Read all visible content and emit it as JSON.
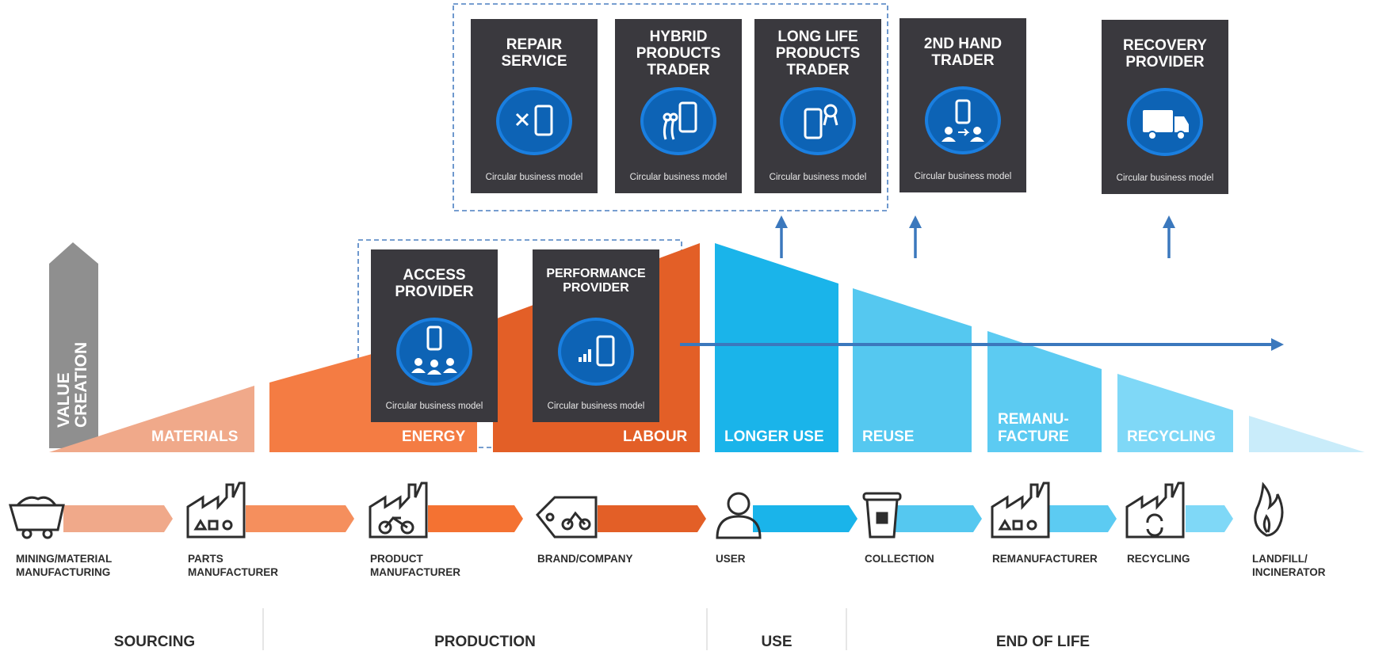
{
  "value_axis_label": "VALUE\nCREATION",
  "top_cards": [
    {
      "title": "REPAIR\nSERVICE",
      "subtitle": "Circular business model",
      "icon": "repair-tools-phone-icon"
    },
    {
      "title": "HYBRID\nPRODUCTS\nTRADER",
      "subtitle": "Circular business model",
      "icon": "phone-earphones-icon"
    },
    {
      "title": "LONG LIFE\nPRODUCTS\nTRADER",
      "subtitle": "Circular business model",
      "icon": "phone-award-icon"
    },
    {
      "title": "2ND HAND\nTRADER",
      "subtitle": "Circular business model",
      "icon": "phone-users-exchange-icon"
    },
    {
      "title": "RECOVERY\nPROVIDER",
      "subtitle": "Circular business model",
      "icon": "recycling-truck-icon"
    }
  ],
  "mid_cards": [
    {
      "title": "ACCESS\nPROVIDER",
      "subtitle": "Circular business model",
      "icon": "phone-sharing-users-icon"
    },
    {
      "title": "PERFORMANCE\nPROVIDER",
      "subtitle": "Circular business model",
      "icon": "phone-signal-icon"
    }
  ],
  "zones": [
    "MATERIALS",
    "ENERGY",
    "LABOUR",
    "LONGER USE",
    "REUSE",
    "REMANU-\nFACTURE",
    "RECYCLING"
  ],
  "steps": [
    {
      "label": "MINING/MATERIAL\nMANUFACTURING",
      "icon": "mine-cart-icon"
    },
    {
      "label": "PARTS\nMANUFACTURER",
      "icon": "factory-parts-icon"
    },
    {
      "label": "PRODUCT\nMANUFACTURER",
      "icon": "factory-bicycle-icon"
    },
    {
      "label": "BRAND/COMPANY",
      "icon": "price-tag-bicycle-icon"
    },
    {
      "label": "USER",
      "icon": "user-icon"
    },
    {
      "label": "COLLECTION",
      "icon": "collection-bin-icon"
    },
    {
      "label": "REMANUFACTURER",
      "icon": "factory-remanufacture-icon"
    },
    {
      "label": "RECYCLING",
      "icon": "factory-recycle-icon"
    },
    {
      "label": "LANDFILL/\nINCINERATOR",
      "icon": "fire-icon"
    }
  ],
  "phases": [
    "SOURCING",
    "PRODUCTION",
    "USE",
    "END OF LIFE"
  ],
  "colors": {
    "card_bg": "#3a393e",
    "icon_circle": "#0d63b5",
    "materials": "#f0a98a",
    "energy": "#f47c43",
    "labour": "#e35f27",
    "longer_use": "#1ab4ea",
    "reuse": "#55c8f0",
    "remanufacture": "#5ccbf2",
    "recycling": "#7fd8f7",
    "landfill": "#c9ecfa",
    "value_arrow": "#8f8f8f",
    "flow_arrow": "#3b78bd",
    "dashed_box": "#4a7fc1"
  }
}
